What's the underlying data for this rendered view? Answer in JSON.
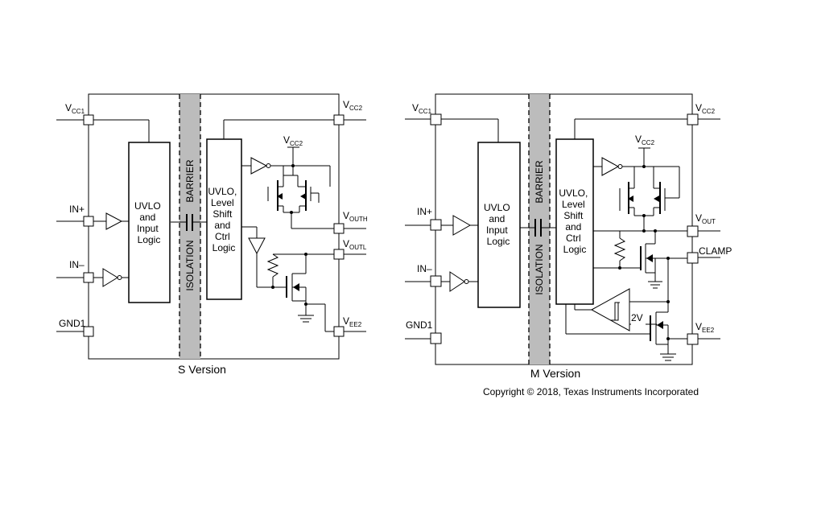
{
  "s_version": {
    "caption": "S Version",
    "pins": {
      "vcc1_main": "V",
      "vcc1_sub": "CC1",
      "vcc2_main": "V",
      "vcc2_sub": "CC2",
      "in_plus": "IN+",
      "in_minus": "IN–",
      "gnd1": "GND1",
      "vouth_main": "V",
      "vouth_sub": "OUTH",
      "voutl_main": "V",
      "voutl_sub": "OUTL",
      "vee2_main": "V",
      "vee2_sub": "EE2"
    },
    "input_block": [
      "UVLO",
      "and",
      "Input",
      "Logic"
    ],
    "output_block": [
      "UVLO,",
      "Level",
      "Shift",
      "and",
      "Ctrl",
      "Logic"
    ],
    "barrier_label": "BARRIER",
    "isolation_label": "ISOLATION",
    "supply_main": "V",
    "supply_sub": "CC2"
  },
  "m_version": {
    "caption": "M Version",
    "pins": {
      "vcc1_main": "V",
      "vcc1_sub": "CC1",
      "vcc2_main": "V",
      "vcc2_sub": "CC2",
      "in_plus": "IN+",
      "in_minus": "IN–",
      "gnd1": "GND1",
      "vout_main": "V",
      "vout_sub": "OUT",
      "clamp": "CLAMP",
      "vee2_main": "V",
      "vee2_sub": "EE2"
    },
    "input_block": [
      "UVLO",
      "and",
      "Input",
      "Logic"
    ],
    "output_block": [
      "UVLO,",
      "Level",
      "Shift",
      "and",
      "Ctrl",
      "Logic"
    ],
    "barrier_label": "BARRIER",
    "isolation_label": "ISOLATION",
    "supply_main": "V",
    "supply_sub": "CC2",
    "threshold": "2V"
  },
  "copyright": "Copyright © 2018, Texas Instruments Incorporated"
}
